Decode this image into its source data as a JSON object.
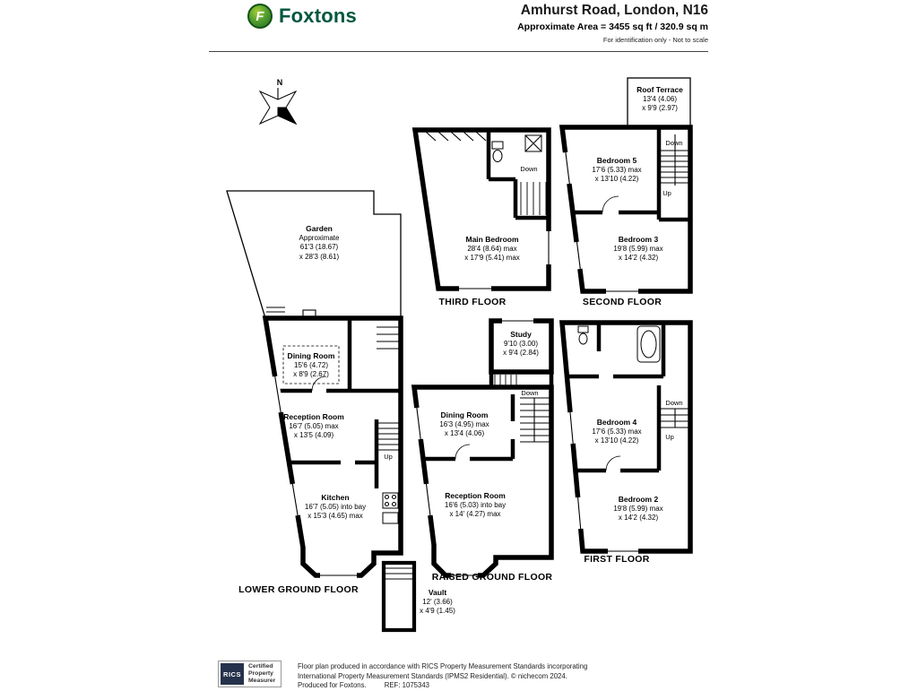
{
  "header": {
    "brand": "Foxtons",
    "brand_initial": "F",
    "title": "Amhurst Road, London, N16",
    "area_line": "Approximate Area = 3455 sq ft / 320.9 sq m",
    "disclaimer": "For identification only - Not to scale"
  },
  "compass": {
    "north_label": "N"
  },
  "floor_titles": {
    "third": "THIRD FLOOR",
    "second": "SECOND FLOOR",
    "lower_ground": "LOWER GROUND FLOOR",
    "raised_ground": "RAISED GROUND FLOOR",
    "first": "FIRST FLOOR"
  },
  "rooms": {
    "main_bedroom": {
      "name": "Main Bedroom",
      "dim1": "28'4 (8.64) max",
      "dim2": "x 17'9 (5.41) max"
    },
    "roof_terrace": {
      "name": "Roof Terrace",
      "dim1": "13'4 (4.06)",
      "dim2": "x 9'9 (2.97)"
    },
    "bedroom5": {
      "name": "Bedroom 5",
      "dim1": "17'6 (5.33) max",
      "dim2": "x 13'10 (4.22)"
    },
    "bedroom3": {
      "name": "Bedroom 3",
      "dim1": "19'8 (5.99) max",
      "dim2": "x 14'2 (4.32)"
    },
    "garden": {
      "name": "Garden",
      "note": "Approximate",
      "dim1": "61'3 (18.67)",
      "dim2": "x 28'3 (8.61)"
    },
    "dining_lower": {
      "name": "Dining Room",
      "dim1": "15'6 (4.72)",
      "dim2": "x 8'9 (2.67)"
    },
    "reception_lower": {
      "name": "Reception Room",
      "dim1": "16'7 (5.05) max",
      "dim2": "x 13'5 (4.09)"
    },
    "kitchen": {
      "name": "Kitchen",
      "dim1": "16'7 (5.05) into bay",
      "dim2": "x 15'3 (4.65) max"
    },
    "study": {
      "name": "Study",
      "dim1": "9'10 (3.00)",
      "dim2": "x 9'4 (2.84)"
    },
    "dining_raised": {
      "name": "Dining Room",
      "dim1": "16'3 (4.95) max",
      "dim2": "x 13'4 (4.06)"
    },
    "reception_raised": {
      "name": "Reception Room",
      "dim1": "16'6 (5.03) into bay",
      "dim2": "x 14' (4.27) max"
    },
    "vault": {
      "name": "Vault",
      "dim1": "12' (3.66)",
      "dim2": "x 4'9 (1.45)"
    },
    "bedroom4": {
      "name": "Bedroom 4",
      "dim1": "17'6 (5.33) max",
      "dim2": "x 13'10 (4.22)"
    },
    "bedroom2": {
      "name": "Bedroom 2",
      "dim1": "19'8 (5.99) max",
      "dim2": "x 14'2 (4.32)"
    }
  },
  "stairs": {
    "third_down": "Down",
    "second_down": "Down",
    "second_up": "Up",
    "lower_up": "Up",
    "raised_down": "Down",
    "first_down": "Down",
    "first_up": "Up"
  },
  "footer": {
    "rics_logo": "RICS",
    "certified": [
      "Certified",
      "Property",
      "Measurer"
    ],
    "line1": "Floor plan produced in accordance with RICS Property Measurement Standards incorporating",
    "line2": "International Property Measurement Standards (IPMS2 Residential). © nichecom 2024.",
    "produced": "Produced for Foxtons.",
    "ref": "REF: 1075343"
  }
}
